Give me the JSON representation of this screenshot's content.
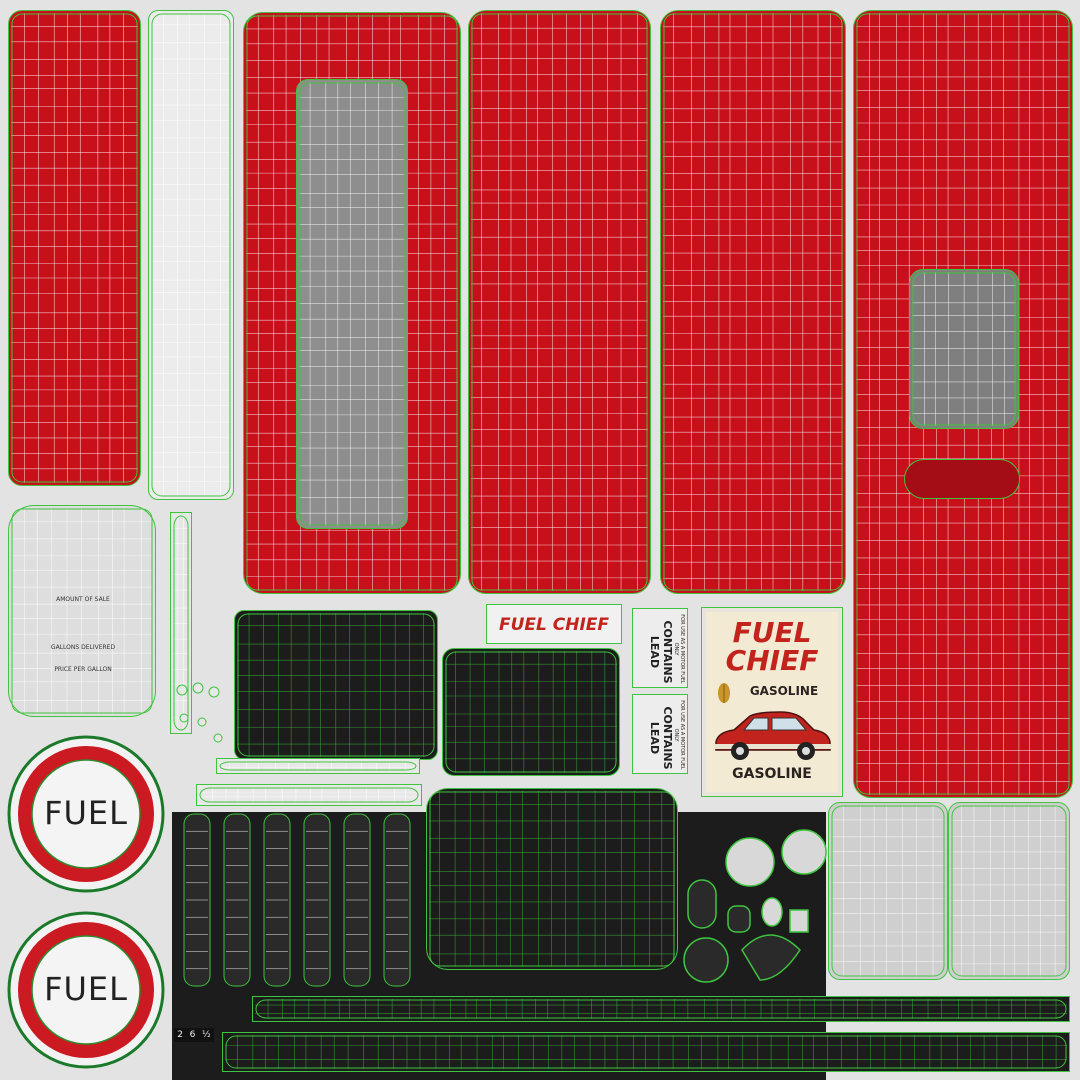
{
  "colors": {
    "body_red": "#c8101b",
    "wire_green": "#3ec43e",
    "wire_white": "#ffffff",
    "grey": "#d4d4d4",
    "dark": "#1c1c1c",
    "poster_cream": "#f3ead4",
    "poster_red": "#c2241d",
    "poster_dark": "#2a2320"
  },
  "brand": {
    "banner": "FUEL CHIEF",
    "poster_line1": "FUEL",
    "poster_line2": "CHIEF",
    "poster_top": "GASOLINE",
    "poster_bottom": "GASOLINE"
  },
  "labels": {
    "lead_top": "FOR USE AS A MOTOR FUEL ONLY",
    "lead_main": "CONTAINS LEAD",
    "lead_bottom": "FOR USE AS A MOTOR FUEL ONLY",
    "lead_main2": "CONTAINS LEAD"
  },
  "dial": {
    "amount": "AMOUNT OF SALE",
    "gallons": "GALLONS DELIVERED",
    "price": "PRICE PER GALLON"
  },
  "globes": [
    {
      "label": "FUEL"
    },
    {
      "label": "FUEL"
    }
  ],
  "counter_digits": [
    "2",
    "6",
    "½"
  ],
  "icons": {
    "car": "vintage-car-icon",
    "wheat": "wheat-icon"
  }
}
